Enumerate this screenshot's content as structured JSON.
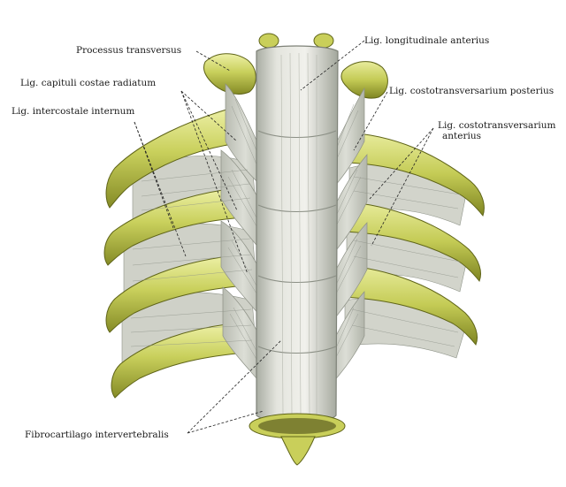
{
  "labels": {
    "processus_transversus": "Processus transversus",
    "lig_longitudinale_anterius": "Lig. longitudinale anterius",
    "lig_capituli_costae_radiatum": "Lig. capituli costae radiatum",
    "lig_costotransversarium_posterius": "Lig. costotransversarium posterius",
    "lig_intercostale_internum": "Lig. intercostale internum",
    "lig_costotransversarium_anterius_line1": "Lig. costotransversarium",
    "lig_costotransversarium_anterius_line2": "anterius",
    "fibrocartilago_intervertebralis": "Fibrocartilago intervertebralis"
  },
  "colors": {
    "rib_fill": "#c8cf5a",
    "rib_highlight": "#e9ee9a",
    "rib_shadow": "#8a8f2a",
    "ligament": "#d9dbd3",
    "ligament_shadow": "#9ea39a",
    "vertebra": "#e6e6df",
    "leader_line": "#222222"
  }
}
